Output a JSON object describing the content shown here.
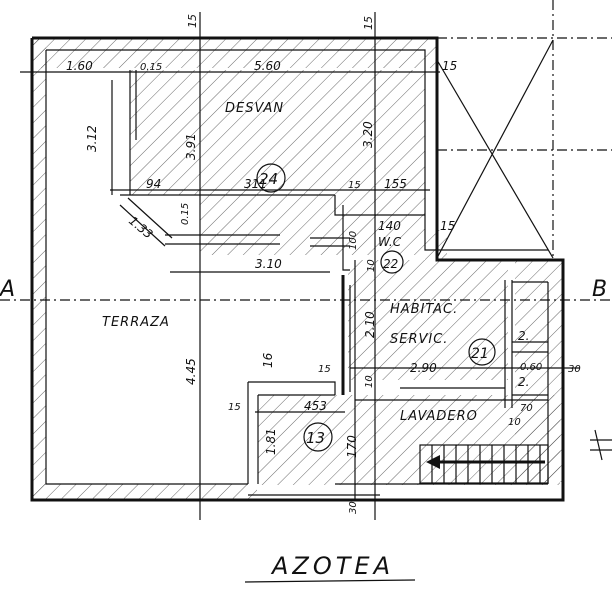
{
  "rooms": {
    "desvan": "DESVAN",
    "terraza": "TERRAZA",
    "habitac": "HABITAC.",
    "servic": "SERVIC.",
    "lavadero": "LAVADERO",
    "wc": "W.C"
  },
  "title": "AZOTEA",
  "section_marks": {
    "a": "A",
    "b": "B"
  },
  "room_numbers": {
    "n24": "24",
    "n22": "22",
    "n21": "21",
    "n13": "13",
    "n2a": "2.",
    "n2b": "2."
  },
  "dimensions": {
    "d160": "1.60",
    "d015a": "0.15",
    "d560": "5.60",
    "d15a": "15",
    "d312": "3.12",
    "d391": "3.91",
    "d320": "3.20",
    "d94": "94",
    "d311": "311",
    "d15b": "15",
    "d155": "155",
    "d015b": "0.15",
    "d133": "1.33",
    "d140": "140",
    "d15c": "15",
    "d100": "100",
    "d10": "10",
    "d310": "3.10",
    "d210": "2.10",
    "d445": "4.45",
    "d16": "16",
    "d15d": "15",
    "d290": "2.90",
    "d060": "0.60",
    "d30": "30",
    "d15e": "15",
    "d453": "453",
    "d10b": "10",
    "d70": "70",
    "d10c": "10",
    "d181": "1.81",
    "d170": "170",
    "d30b": "30",
    "d15top1": "15",
    "d15top2": "15"
  }
}
